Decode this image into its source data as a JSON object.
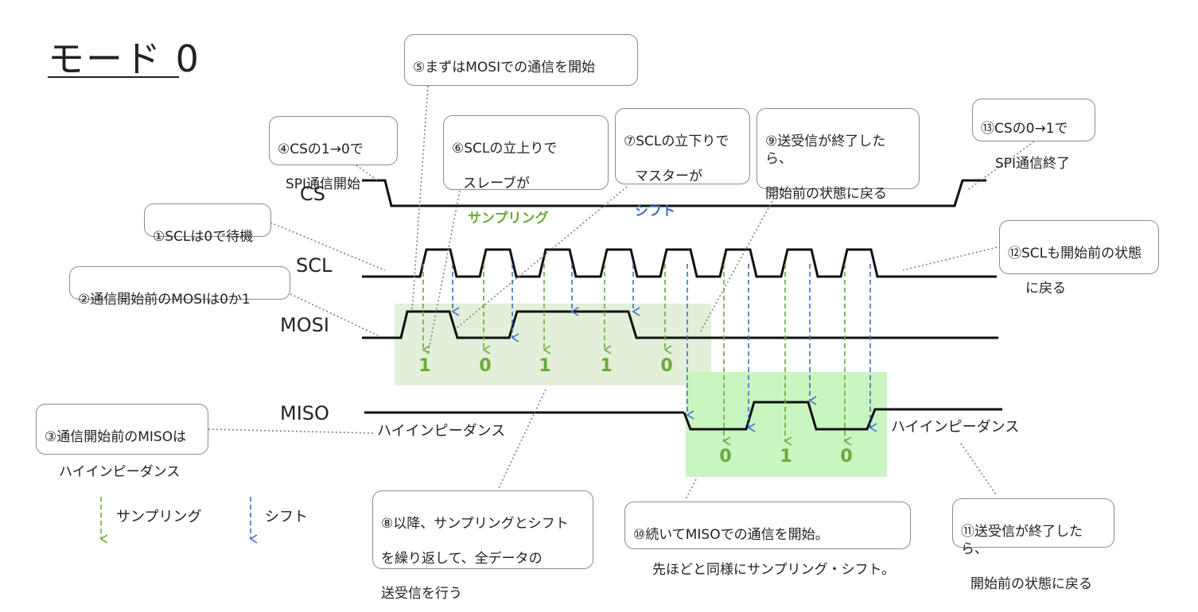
{
  "title": "モード 0",
  "signals": {
    "cs": "CS",
    "scl": "SCL",
    "mosi": "MOSI",
    "miso": "MISO"
  },
  "hiz_left": "ハイインピーダンス",
  "hiz_right": "ハイインピーダンス",
  "mosi_bits": [
    "1",
    "0",
    "1",
    "1",
    "0"
  ],
  "miso_bits": [
    "0",
    "1",
    "0"
  ],
  "legend": {
    "sampling": "サンプリング",
    "shift": "シフト"
  },
  "colors": {
    "sampling": "#6aa93a",
    "shift": "#3f6fc3",
    "mosi_bg": "#e2efd9",
    "miso_bg": "#c9f5c1"
  },
  "notes": {
    "n1": "①SCLは0で待機",
    "n2": "②通信開始前のMOSIは0か1",
    "n3": [
      "③通信開始前のMISOは",
      "ハイインピーダンス"
    ],
    "n4": [
      "④CSの1→0で",
      "SPI通信開始"
    ],
    "n5": "⑤まずはMOSIでの通信を開始",
    "n6": [
      "⑥SCLの立上りで",
      "スレーブが",
      "サンプリング"
    ],
    "n7": [
      "⑦SCLの立下りで",
      "マスターが",
      "シフト"
    ],
    "n8": [
      "⑧以降、サンプリングとシフト",
      "を繰り返して、全データの",
      "送受信を行う"
    ],
    "n9": [
      "⑨送受信が終了したら、",
      "開始前の状態に戻る"
    ],
    "n10": [
      "⑩続いてMISOでの通信を開始。",
      "先ほどと同様にサンプリング・シフト。"
    ],
    "n11": [
      "⑪送受信が終了したら、",
      "開始前の状態に戻る"
    ],
    "n12": [
      "⑫SCLも開始前の状態",
      "に戻る"
    ],
    "n13": [
      "⑬CSの0→1で",
      "SPI通信終了"
    ]
  }
}
